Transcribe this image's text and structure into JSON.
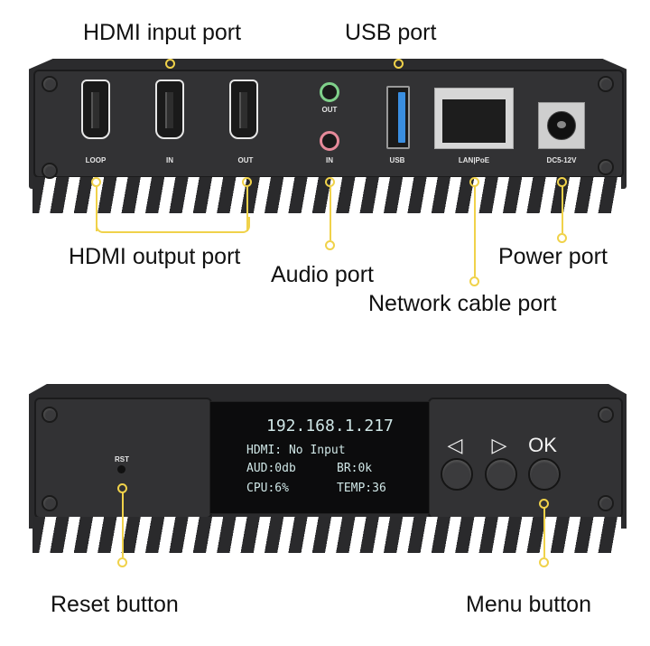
{
  "top_panel": {
    "ports": {
      "hdmi_loop": "LOOP",
      "hdmi_in": "IN",
      "hdmi_out": "OUT",
      "audio_out": "OUT",
      "audio_in": "IN",
      "usb": "USB",
      "lan": "LAN|PoE",
      "power": "DC5-12V"
    },
    "callouts": {
      "hdmi_input": "HDMI input port",
      "usb": "USB port",
      "hdmi_output": "HDMI output port",
      "audio": "Audio port",
      "network": "Network cable port",
      "power": "Power port"
    }
  },
  "bottom_panel": {
    "rst_label": "RST",
    "oled": {
      "ip": "192.168.1.217",
      "hdmi_status": "HDMI: No Input",
      "audio": "AUD:0db",
      "bitrate": "BR:0k",
      "cpu": "CPU:6%",
      "temp": "TEMP:36"
    },
    "buttons": {
      "left": "◁",
      "right": "▷",
      "ok": "OK"
    },
    "callouts": {
      "reset": "Reset button",
      "menu": "Menu button"
    }
  },
  "colors": {
    "callout": "#f0d24a",
    "chassis": "#2b2b2d",
    "usb_blue": "#3a8ee0",
    "audio_out_green": "#7fd08a",
    "audio_in_pink": "#e68a9a"
  }
}
